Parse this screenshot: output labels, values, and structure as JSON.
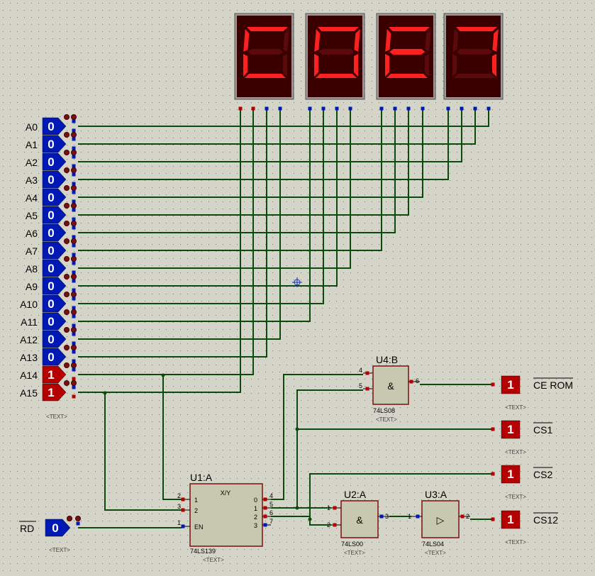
{
  "colors": {
    "background": "#d4d4c8",
    "wire": "#0a4a0a",
    "logic_low": "#0018b4",
    "logic_high": "#b40000",
    "chip_fill": "#c8c8b0",
    "chip_border": "#7a1010",
    "display_bg": "#3a0000",
    "segment_on": "#ff2020",
    "segment_off": "#5a0a0a"
  },
  "inputs": [
    {
      "label": "A0",
      "value": "0"
    },
    {
      "label": "A1",
      "value": "0"
    },
    {
      "label": "A2",
      "value": "0"
    },
    {
      "label": "A3",
      "value": "0"
    },
    {
      "label": "A4",
      "value": "0"
    },
    {
      "label": "A5",
      "value": "0"
    },
    {
      "label": "A6",
      "value": "0"
    },
    {
      "label": "A7",
      "value": "0"
    },
    {
      "label": "A8",
      "value": "0"
    },
    {
      "label": "A9",
      "value": "0"
    },
    {
      "label": "A10",
      "value": "0"
    },
    {
      "label": "A11",
      "value": "0"
    },
    {
      "label": "A12",
      "value": "0"
    },
    {
      "label": "A13",
      "value": "0"
    },
    {
      "label": "A14",
      "value": "1"
    },
    {
      "label": "A15",
      "value": "1"
    }
  ],
  "text_placeholder": "<TEXT>",
  "rd_input": {
    "label": "RD",
    "value": "0"
  },
  "decoder": {
    "ref": "U1:A",
    "part": "74LS139",
    "function": "X/Y",
    "in_pins": [
      "2",
      "3",
      "1"
    ],
    "in_names": [
      "1",
      "2",
      "EN"
    ],
    "out_pins": [
      "4",
      "5",
      "6",
      "7"
    ],
    "out_names": [
      "0",
      "1",
      "2",
      "3"
    ]
  },
  "gate_u4": {
    "ref": "U4:B",
    "part": "74LS08",
    "symbol": "&",
    "in_pins": [
      "4",
      "5"
    ],
    "out_pin": "6"
  },
  "gate_u2": {
    "ref": "U2:A",
    "part": "74LS00",
    "symbol": "&",
    "in_pins": [
      "1",
      "2"
    ],
    "out_pin": "3"
  },
  "gate_u3": {
    "ref": "U3:A",
    "part": "74LS04",
    "symbol": "▷",
    "in_pin": "1",
    "out_pin": "2"
  },
  "outputs": [
    {
      "label": "CE ROM",
      "value": "1"
    },
    {
      "label": "CS1",
      "value": "1"
    },
    {
      "label": "CS2",
      "value": "1"
    },
    {
      "label": "CS12",
      "value": "1"
    }
  ],
  "displays": [
    {
      "name": "display-1",
      "segments": {
        "a": true,
        "b": false,
        "c": false,
        "d": true,
        "e": true,
        "f": true,
        "g": false
      }
    },
    {
      "name": "display-2",
      "segments": {
        "a": true,
        "b": true,
        "c": true,
        "d": true,
        "e": true,
        "f": true,
        "g": false
      }
    },
    {
      "name": "display-3",
      "segments": {
        "a": true,
        "b": false,
        "c": false,
        "d": true,
        "e": true,
        "f": true,
        "g": true
      }
    },
    {
      "name": "display-4",
      "segments": {
        "a": true,
        "b": true,
        "c": true,
        "d": false,
        "e": false,
        "f": false,
        "g": false
      }
    }
  ]
}
